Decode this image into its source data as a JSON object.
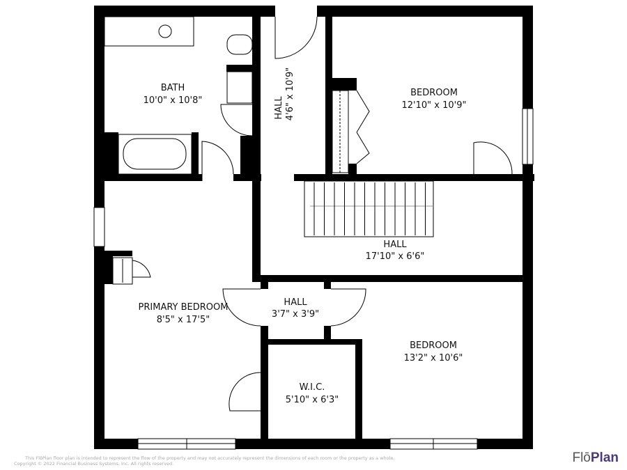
{
  "rooms": [
    {
      "name": "BATH",
      "dims": "10'0\" x 10'8\""
    },
    {
      "name": "HALL",
      "dims": "4'6\" x 10'9\""
    },
    {
      "name": "BEDROOM",
      "dims": "12'10\" x 10'9\""
    },
    {
      "name": "HALL",
      "dims": "17'10\" x 6'6\""
    },
    {
      "name": "PRIMARY BEDROOM",
      "dims": "8'5\" x 17'5\""
    },
    {
      "name": "HALL",
      "dims": "3'7\" x 3'9\""
    },
    {
      "name": "BEDROOM",
      "dims": "13'2\" x 10'6\""
    },
    {
      "name": "W.I.C.",
      "dims": "5'10\" x 6'3\""
    }
  ],
  "footer": {
    "disclaimer": "This FlōPlan floor plan is intended to represent the flow of the property and may not accurately represent the dimensions of each room or the property as a whole.",
    "copyright": "Copyright © 2022 Financial Business Systems, Inc. All rights reserved."
  },
  "logo": {
    "part1": "Flō",
    "part2": "Plan"
  },
  "colors": {
    "wall": "#000000",
    "logo_dark": "#555555",
    "logo_accent": "#4a3a7a"
  }
}
